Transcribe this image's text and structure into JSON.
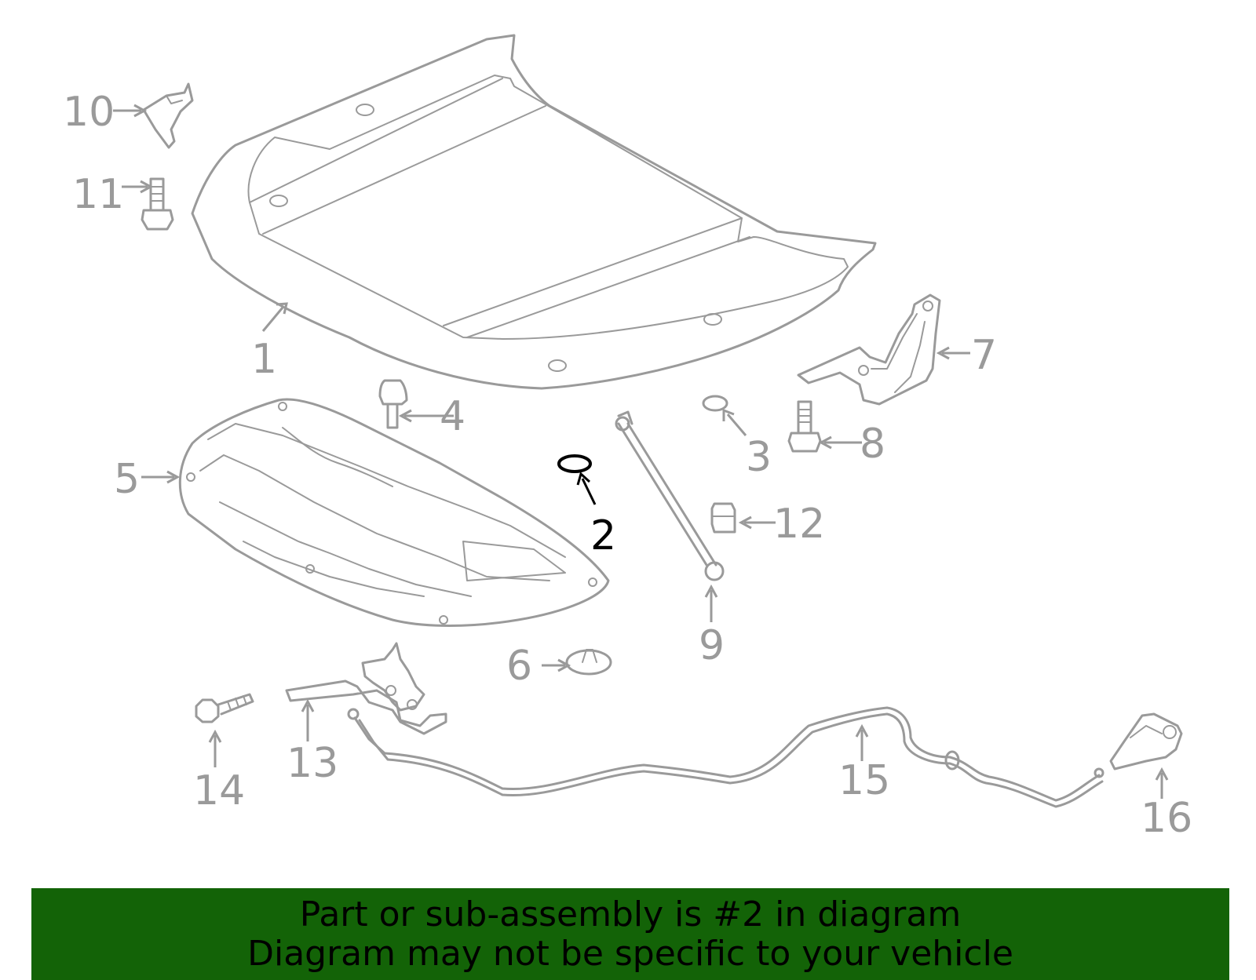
{
  "colors": {
    "part_stroke": "#9a9a9a",
    "highlight": "#000000",
    "banner_bg": "#136307",
    "banner_text": "#000000"
  },
  "callouts": [
    {
      "id": "1",
      "label": "1",
      "highlighted": false
    },
    {
      "id": "2",
      "label": "2",
      "highlighted": true
    },
    {
      "id": "3",
      "label": "3",
      "highlighted": false
    },
    {
      "id": "4",
      "label": "4",
      "highlighted": false
    },
    {
      "id": "5",
      "label": "5",
      "highlighted": false
    },
    {
      "id": "6",
      "label": "6",
      "highlighted": false
    },
    {
      "id": "7",
      "label": "7",
      "highlighted": false
    },
    {
      "id": "8",
      "label": "8",
      "highlighted": false
    },
    {
      "id": "9",
      "label": "9",
      "highlighted": false
    },
    {
      "id": "10",
      "label": "10",
      "highlighted": false
    },
    {
      "id": "11",
      "label": "11",
      "highlighted": false
    },
    {
      "id": "12",
      "label": "12",
      "highlighted": false
    },
    {
      "id": "13",
      "label": "13",
      "highlighted": false
    },
    {
      "id": "14",
      "label": "14",
      "highlighted": false
    },
    {
      "id": "15",
      "label": "15",
      "highlighted": false
    },
    {
      "id": "16",
      "label": "16",
      "highlighted": false
    }
  ],
  "banner": {
    "line1": "Part or sub-assembly is #2 in diagram",
    "line2": "Diagram may not be specific to your vehicle"
  }
}
